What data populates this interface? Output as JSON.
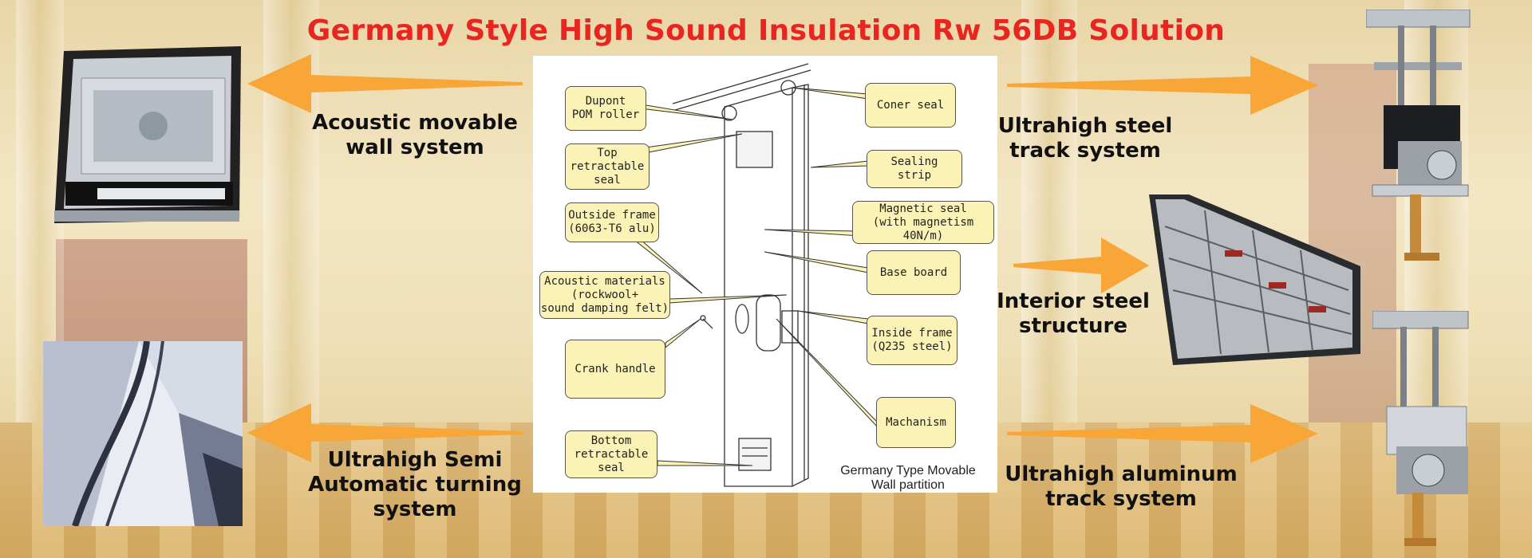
{
  "title": "Germany Style High Sound Insulation Rw 56DB Solution",
  "colors": {
    "title": "#e8261f",
    "arrow": "#f7a637",
    "callout_fill": "#fbf2b6"
  },
  "labels": {
    "acoustic_wall": "Acoustic movable\nwall system",
    "turning_system": "Ultrahigh Semi\nAutomatic turning\nsystem",
    "steel_track": "Ultrahigh steel\ntrack system",
    "interior_steel": "Interior steel\nstructure",
    "aluminum_track": "Ultrahigh aluminum\ntrack system"
  },
  "diagram": {
    "caption": "Germany Type Movable\nWall partition",
    "callouts": {
      "dupont": "Dupont\nPOM roller",
      "top_seal": "Top\nretractable\nseal",
      "outside_frame": "Outside frame\n(6063-T6 alu)",
      "acoustic_materials": "Acoustic materials\n(rockwool+\nsound damping felt)",
      "crank": "Crank handle",
      "bottom_seal": "Bottom\nretractable\nseal",
      "coner": "Coner seal",
      "sealing_strip": "Sealing\nstrip",
      "magnetic": "Magnetic seal\n(with magnetism 40N/m)",
      "base_board": "Base board",
      "inside_frame": "Inside frame\n(Q235 steel)",
      "machanism": "Machanism"
    }
  }
}
